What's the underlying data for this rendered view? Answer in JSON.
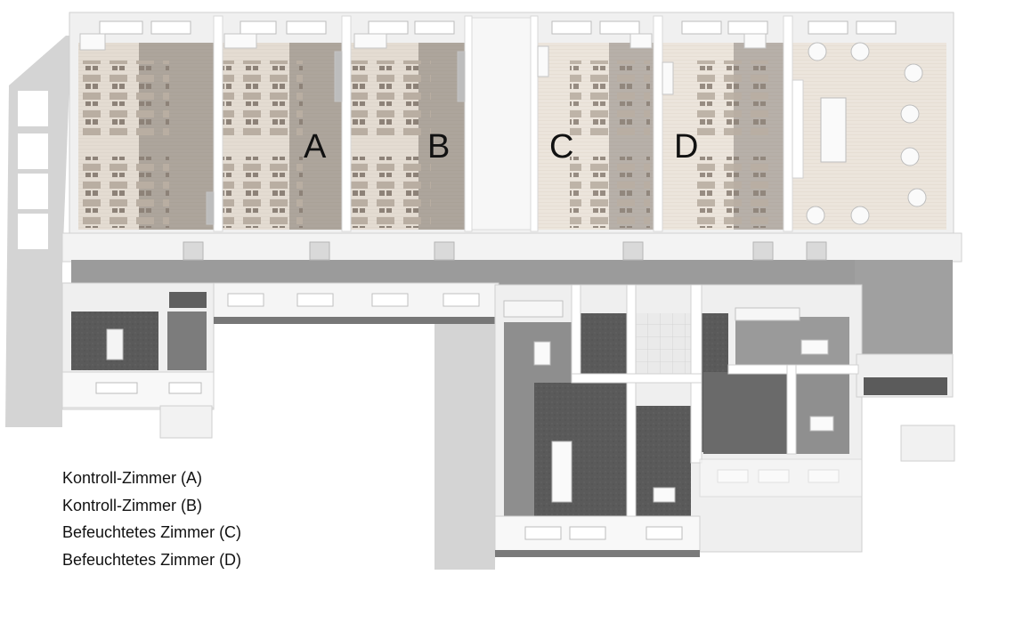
{
  "rooms": {
    "a": {
      "letter": "A"
    },
    "b": {
      "letter": "B"
    },
    "c": {
      "letter": "C"
    },
    "d": {
      "letter": "D"
    }
  },
  "legend": {
    "items": [
      "Kontroll-Zimmer (A)",
      "Kontroll-Zimmer (B)",
      "Befeuchtetes Zimmer (C)",
      "Befeuchtetes Zimmer (D)"
    ]
  }
}
